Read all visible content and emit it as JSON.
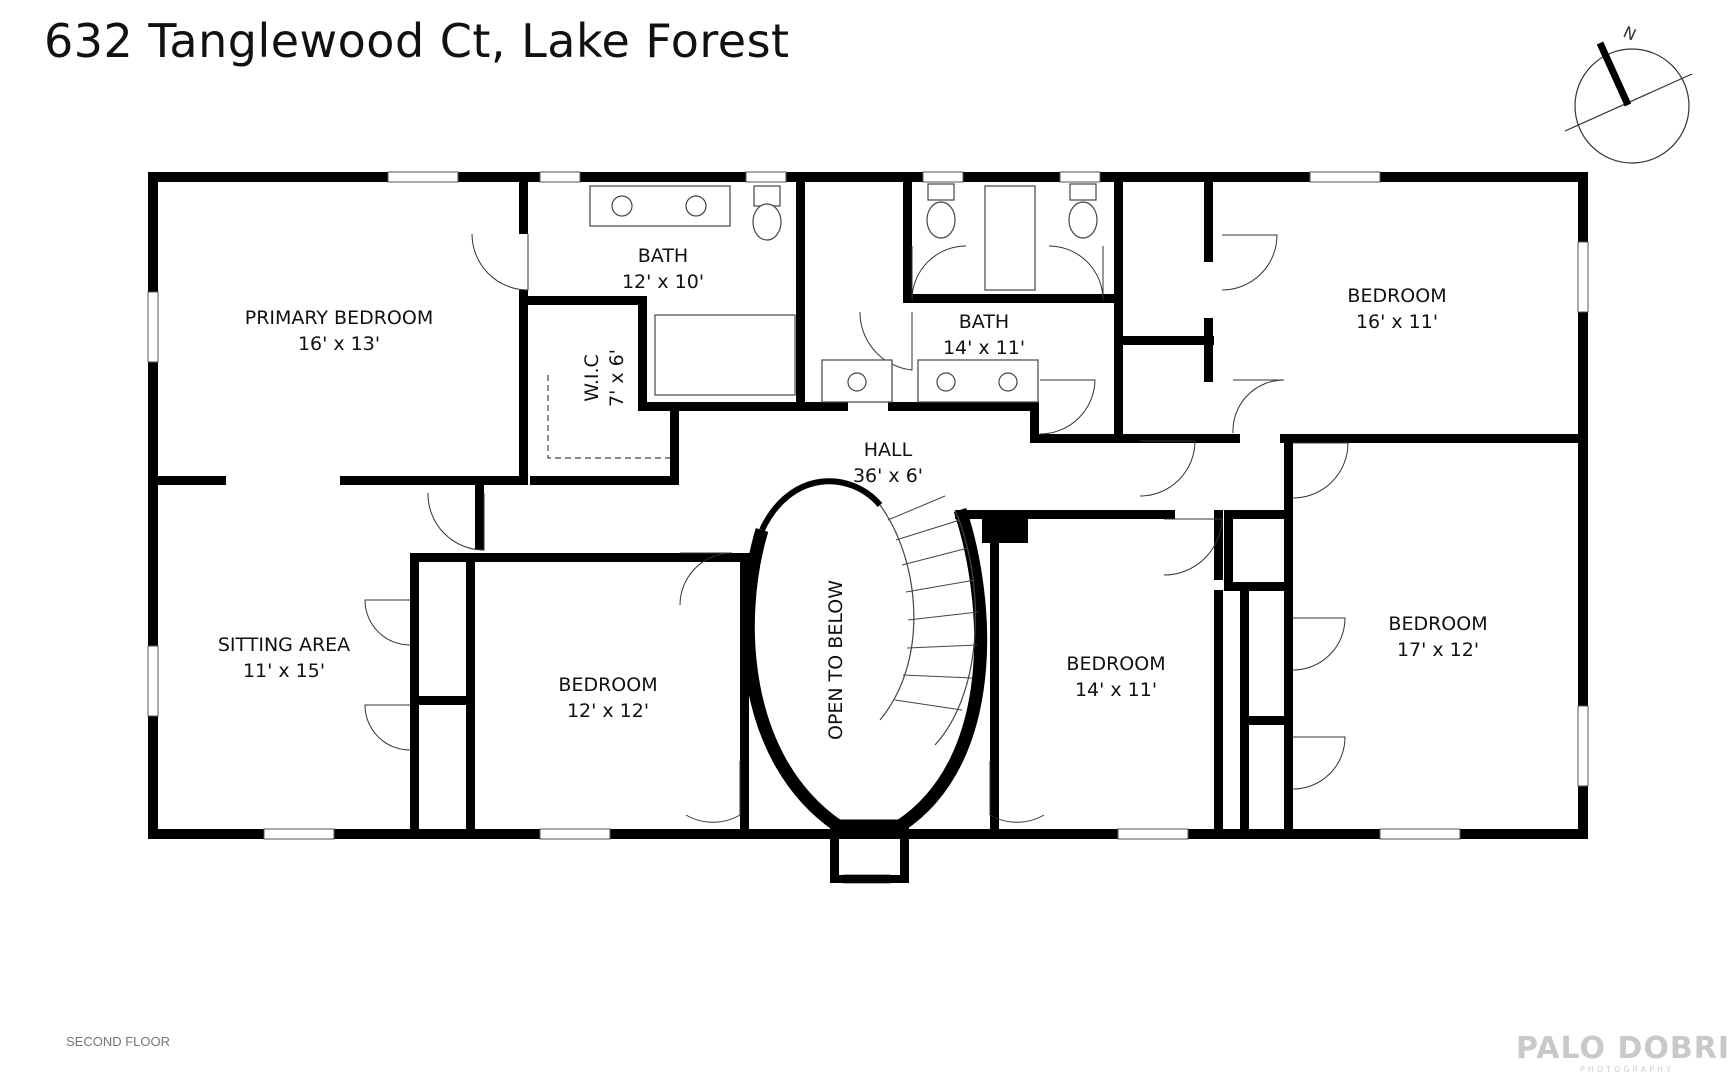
{
  "title": "632 Tanglewood Ct, Lake Forest",
  "floor_label": "SECOND FLOOR",
  "compass_label": "N",
  "watermark": {
    "brand": "PALO DOBRIK",
    "sub": "PHOTOGRAPHY"
  },
  "rooms": {
    "primary_bedroom": {
      "name": "PRIMARY BEDROOM",
      "size": "16' x 13'"
    },
    "bath_1": {
      "name": "BATH",
      "size": "12' x 10'"
    },
    "wic": {
      "name": "W.I.C",
      "size": "7' x 6'"
    },
    "bath_2": {
      "name": "BATH",
      "size": "14' x 11'"
    },
    "hall": {
      "name": "HALL",
      "size": "36' x 6'"
    },
    "bedroom_ne": {
      "name": "BEDROOM",
      "size": "16' x 11'"
    },
    "sitting_area": {
      "name": "SITTING AREA",
      "size": "11' x 15'"
    },
    "bedroom_sw": {
      "name": "BEDROOM",
      "size": "12' x 12'"
    },
    "open_to_below": {
      "name": "OPEN TO BELOW"
    },
    "bedroom_s": {
      "name": "BEDROOM",
      "size": "14' x 11'"
    },
    "bedroom_se": {
      "name": "BEDROOM",
      "size": "17' x 12'"
    }
  }
}
